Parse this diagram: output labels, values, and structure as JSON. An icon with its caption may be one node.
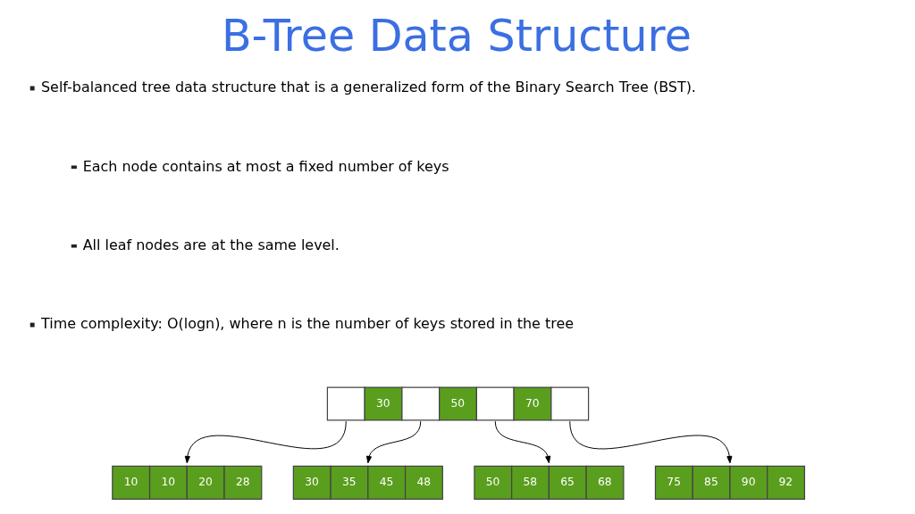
{
  "diagram": {
    "title": "B-Tree Data Structure",
    "nodes": [
      {
        "text": [
          "30",
          "50",
          "70"
        ]
      },
      {
        "text": [
          "10",
          "10",
          "20",
          "28"
        ]
      },
      {
        "text": [
          "30",
          "35",
          "45",
          "48"
        ]
      },
      {
        "text": [
          "50",
          "58",
          "65",
          "68"
        ]
      },
      {
        "text": [
          "75",
          "85",
          "90",
          "92"
        ]
      }
    ],
    "edges": [
      {
        "from": 0,
        "to": 1,
        "arrow": "to"
      },
      {
        "from": 0,
        "to": 2,
        "arrow": "to"
      },
      {
        "from": 0,
        "to": 3,
        "arrow": "to"
      },
      {
        "from": 0,
        "to": 4,
        "arrow": "to"
      }
    ],
    "labels": [
      "Self-balanced tree data structure that is a generalized form of the Binary Search Tree (BST).",
      "Each node contains at most a fixed number of keys",
      "All leaf nodes are at the same level.",
      "Time complexity: O(logn), where n is the number of keys stored in the tree"
    ]
  }
}
